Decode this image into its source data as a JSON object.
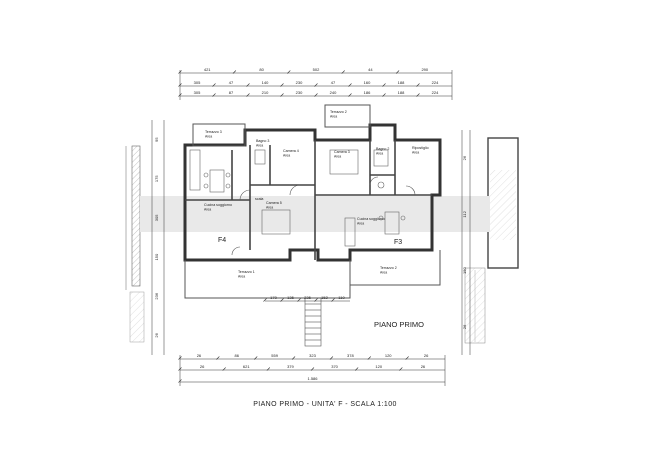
{
  "sheet_title": "PIANO PRIMO - UNITA' F - SCALA 1:100",
  "floor_label": "PIANO PRIMO",
  "unit_labels": {
    "left": "F4",
    "right": "F3"
  },
  "top_dims": {
    "row1": [
      "421",
      "80",
      "502",
      "44",
      "290"
    ],
    "row2": [
      "305",
      "47",
      "140",
      "230",
      "47",
      "160",
      "188",
      "224"
    ],
    "row3": [
      "305",
      "87",
      "210",
      "230",
      "240",
      "186",
      "188",
      "224"
    ]
  },
  "bottom_dims": {
    "row1": [
      "26",
      "86",
      "559",
      "323",
      "378",
      "120",
      "26"
    ],
    "row2": [
      "26",
      "621",
      "379",
      "370",
      "120",
      "26"
    ],
    "row3": [
      "1.586"
    ]
  },
  "mid_dims": [
    "170",
    "135",
    "235",
    "152",
    "110"
  ],
  "side_dims_left": [
    "95",
    "175",
    "305",
    "150",
    "236",
    "26"
  ],
  "side_dims_right": [
    "26",
    "112",
    "150",
    "26"
  ],
  "rooms": [
    {
      "key": "terrazzo3",
      "name": "Terrazzo 3",
      "line": "Area"
    },
    {
      "key": "terrazzo2",
      "name": "Terrazzo 2",
      "line": "Area"
    },
    {
      "key": "bagno3",
      "name": "Bagno 3",
      "line": "Area"
    },
    {
      "key": "camera4",
      "name": "Camera 4",
      "line": "Area"
    },
    {
      "key": "camera3",
      "name": "Camera 3",
      "line": "Area"
    },
    {
      "key": "bagno2",
      "name": "Bagno 2",
      "line": "Area"
    },
    {
      "key": "ripostiglio",
      "name": "Ripostiglio",
      "line": "Area"
    },
    {
      "key": "soggiorno4",
      "name": "Cucina soggiorno",
      "line": "Area"
    },
    {
      "key": "camera5",
      "name": "Camera 5",
      "line": "Area"
    },
    {
      "key": "soggiorno3",
      "name": "Cucina soggiorno",
      "line": "Area"
    },
    {
      "key": "terrazzo1",
      "name": "Terrazzo 1",
      "line": "Area"
    },
    {
      "key": "terrazzo2b",
      "name": "Terrazzo 2",
      "line": "Area"
    },
    {
      "key": "scala",
      "name": "scala",
      "line": ""
    }
  ]
}
